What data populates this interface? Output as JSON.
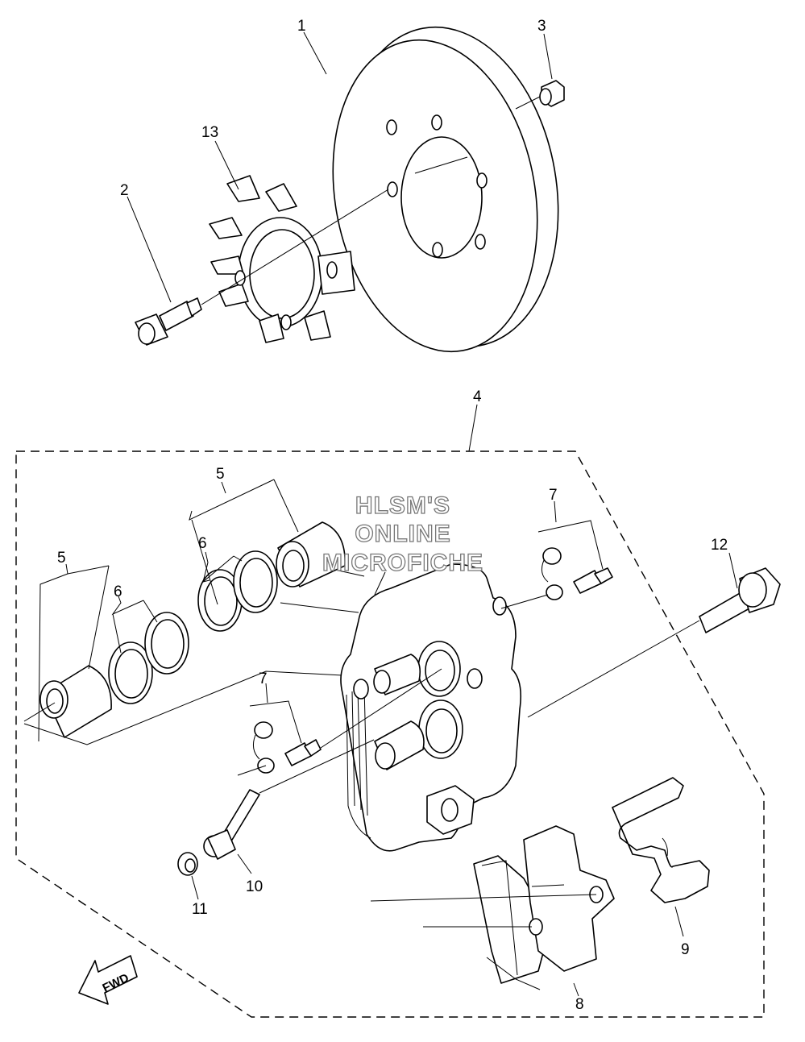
{
  "callouts": {
    "c1": "1",
    "c2": "2",
    "c3": "3",
    "c4": "4",
    "c5a": "5",
    "c5b": "5",
    "c6a": "6",
    "c6b": "6",
    "c7a": "7",
    "c7b": "7",
    "c8": "8",
    "c9": "9",
    "c10": "10",
    "c11": "11",
    "c12": "12",
    "c13": "13"
  },
  "watermark": {
    "line1": "HLSM'S",
    "line2": "ONLINE",
    "line3": "MICROFICHE"
  },
  "direction_arrow": {
    "label": "FWD"
  }
}
